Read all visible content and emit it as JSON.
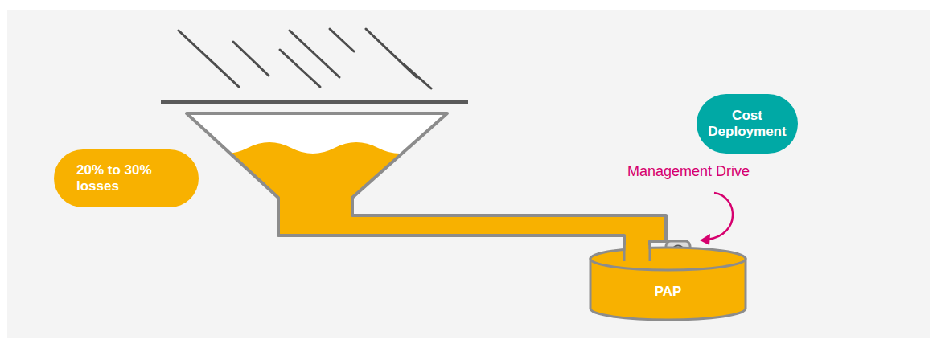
{
  "diagram": {
    "nodes": [
      {
        "text": [
          "20% to 30% losses"
        ]
      },
      {
        "text": [
          "Cost Deployment"
        ]
      },
      {
        "text": [
          "PAP"
        ]
      }
    ],
    "labels": [
      "Management Drive"
    ]
  }
}
